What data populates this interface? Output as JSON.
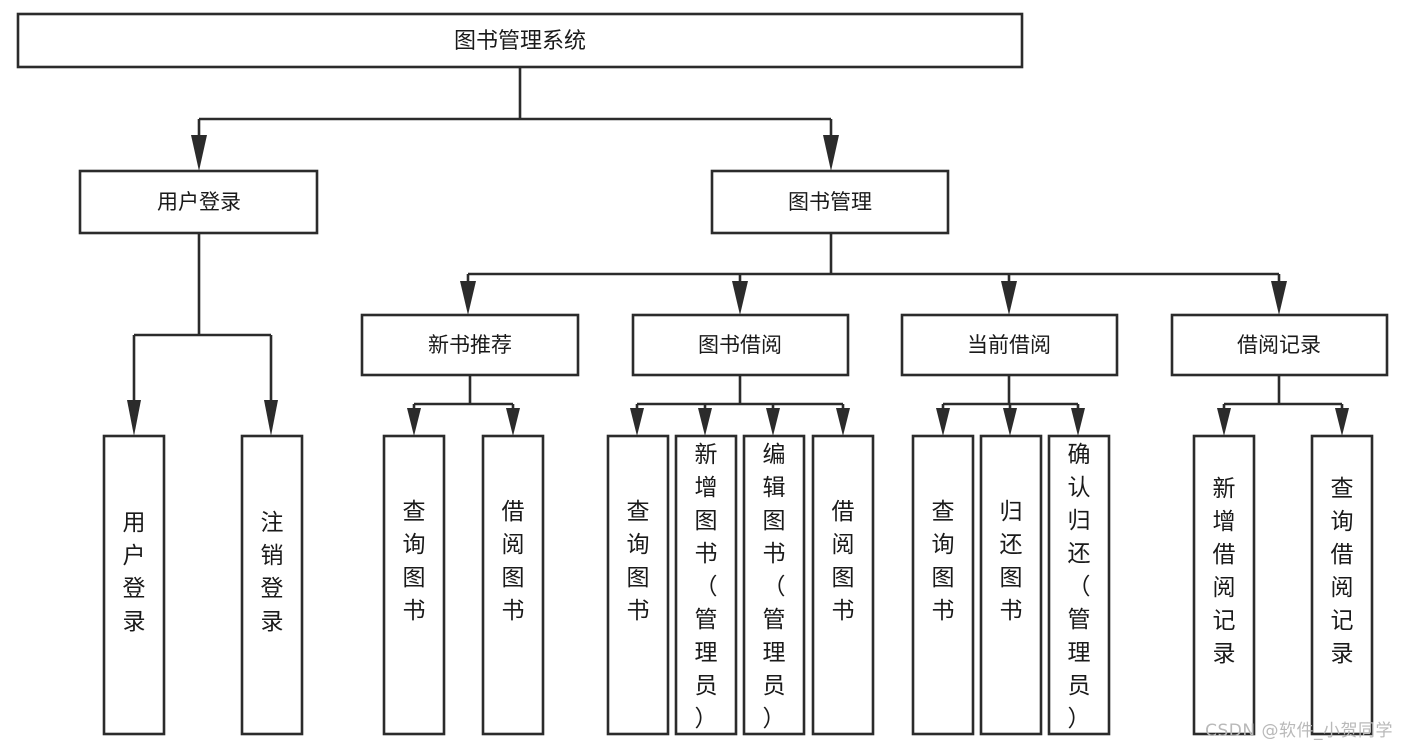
{
  "diagram": {
    "title": "图书管理系统",
    "type": "tree-hierarchy-diagram",
    "colors": {
      "box_stroke": "#2b2b2b",
      "box_fill": "#ffffff",
      "text": "#1a1a1a",
      "background": "#ffffff",
      "watermark": "#b9b9b9"
    },
    "root": {
      "label": "图书管理系统"
    },
    "level2": [
      {
        "label": "用户登录"
      },
      {
        "label": "图书管理"
      }
    ],
    "level3": [
      {
        "label": "新书推荐"
      },
      {
        "label": "图书借阅"
      },
      {
        "label": "当前借阅"
      },
      {
        "label": "借阅记录"
      }
    ],
    "leaves": {
      "user_login": [
        {
          "label": "用户登录"
        },
        {
          "label": "注销登录"
        }
      ],
      "new_book_recommend": [
        {
          "label": "查询图书"
        },
        {
          "label": "借阅图书"
        }
      ],
      "book_borrow": [
        {
          "label": "查询图书"
        },
        {
          "label": "新增图书（管理员）"
        },
        {
          "label": "编辑图书（管理员）"
        },
        {
          "label": "借阅图书"
        }
      ],
      "current_borrow": [
        {
          "label": "查询图书"
        },
        {
          "label": "归还图书"
        },
        {
          "label": "确认归还（管理员）"
        }
      ],
      "borrow_record": [
        {
          "label": "新增借阅记录"
        },
        {
          "label": "查询借阅记录"
        }
      ]
    }
  },
  "watermark": {
    "text": "CSDN @软件_小贺同学"
  }
}
